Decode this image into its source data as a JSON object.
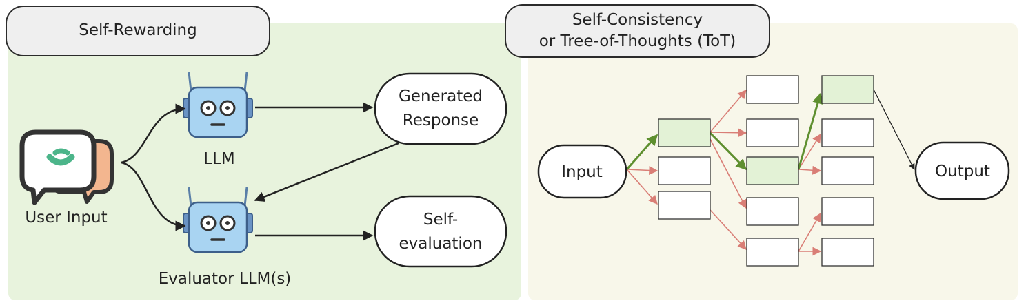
{
  "self_rewarding": {
    "title": "Self-Rewarding",
    "user_input_label": "User Input",
    "llm_label": "LLM",
    "evaluator_label": "Evaluator LLM(s)",
    "generated_response": [
      "Generated",
      "Response"
    ],
    "self_evaluation": [
      "Self-",
      "evaluation"
    ]
  },
  "tot": {
    "title_line1": "Self-Consistency",
    "title_line2": "or Tree-of-Thoughts (ToT)",
    "input_label": "Input",
    "output_label": "Output"
  },
  "colors": {
    "left_panel_bg": "#e8f3dd",
    "right_panel_bg": "#f8f7ea",
    "selected_path": "#5e8f2f",
    "pruned_path": "#d97e76",
    "selected_node_fill": "#e3f2d6",
    "robot_body": "#a9d4f2"
  },
  "icons": [
    "chat-bubbles-icon",
    "robot-icon"
  ]
}
